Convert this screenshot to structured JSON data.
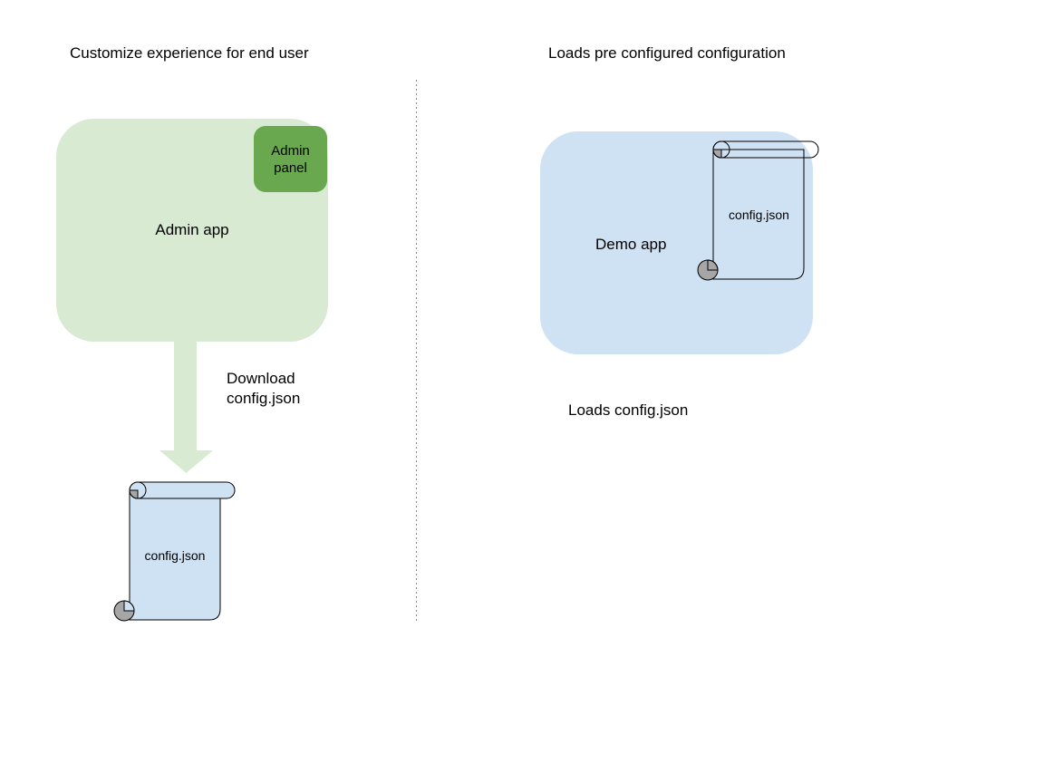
{
  "diagram": {
    "left": {
      "title": "Customize experience for end user",
      "admin_app_label": "Admin app",
      "admin_panel_label": "Admin panel",
      "arrow_label": "Download\nconfig.json",
      "config_file_label": "config.json"
    },
    "right": {
      "title": "Loads pre configured configuration",
      "demo_app_label": "Demo app",
      "config_file_label": "config.json",
      "caption": "Loads config.json"
    },
    "colors": {
      "admin_app_fill": "#d9ead3",
      "admin_panel_fill": "#6aa84f",
      "arrow_fill": "#d9ead3",
      "demo_app_fill": "#cfe2f3",
      "scroll_fill_left": "#cfe2f3",
      "scroll_fill_right": "none",
      "scroll_curl_gray": "#a6a6a6",
      "outline": "#000000",
      "divider": "#8a8a8a",
      "text": "#000000",
      "background": "#ffffff"
    }
  }
}
